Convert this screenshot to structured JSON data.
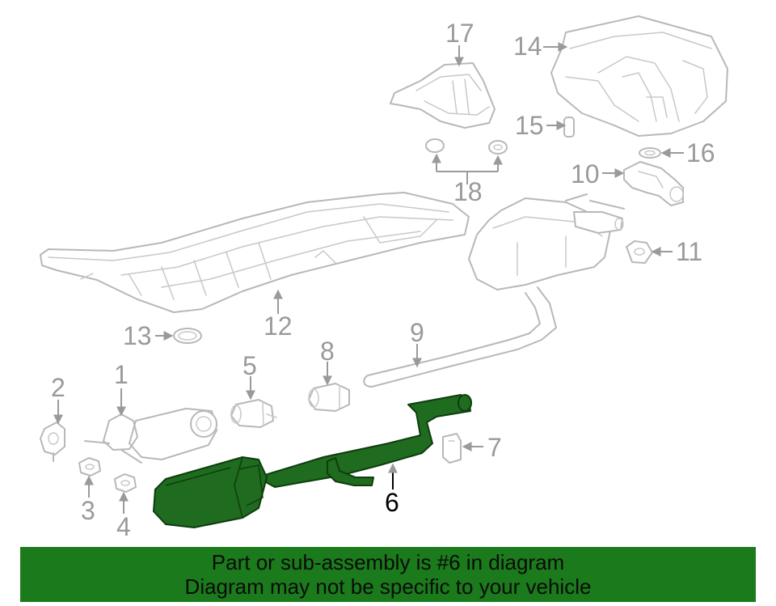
{
  "callouts": {
    "c1": "1",
    "c2": "2",
    "c3": "3",
    "c4": "4",
    "c5": "5",
    "c6": "6",
    "c7": "7",
    "c8": "8",
    "c9": "9",
    "c10": "10",
    "c11": "11",
    "c12": "12",
    "c13": "13",
    "c14": "14",
    "c15": "15",
    "c16": "16",
    "c17": "17",
    "c18": "18"
  },
  "highlight": {
    "part_number": "6",
    "color": "#1b7a1b"
  },
  "banner": {
    "line1": "Part or sub-assembly is #6 in diagram",
    "line2": "Diagram may not be specific to your vehicle",
    "background": "#1b7a1b"
  }
}
